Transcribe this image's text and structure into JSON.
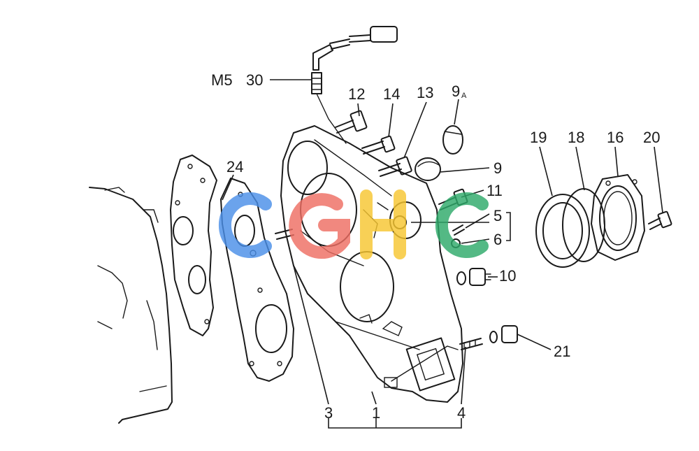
{
  "labels": {
    "m5": "M5",
    "p30": "30",
    "p12": "12",
    "p14": "14",
    "p13": "13",
    "p9a_num": "9",
    "p9a_sub": "A",
    "p9": "9",
    "p11": "11",
    "p5": "5",
    "p6": "6",
    "p10": "10",
    "p19": "19",
    "p18": "18",
    "p16": "16",
    "p20": "20",
    "p24": "24",
    "p21": "21",
    "p3": "3",
    "p1": "1",
    "p4": "4"
  },
  "watermark": {
    "text": "CGHC",
    "colors": [
      "#4a8fe8",
      "#ee6e63",
      "#f7c631",
      "#2eaa6a"
    ]
  }
}
